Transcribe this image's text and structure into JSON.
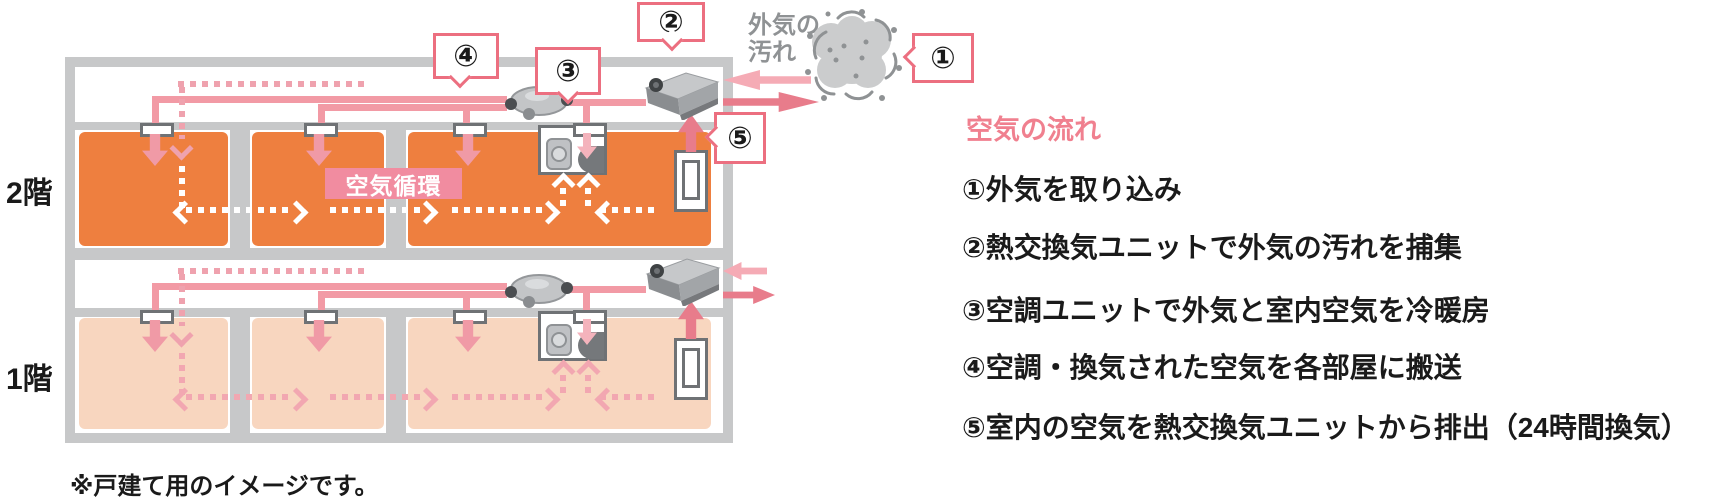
{
  "diagram": {
    "floor_labels": {
      "second": "2階",
      "first": "1階"
    },
    "circulation_label": "空気循環",
    "outside_air_label_line1": "外気の",
    "outside_air_label_line2": "汚れ",
    "callouts": {
      "c1": "①",
      "c2": "②",
      "c3": "③",
      "c4": "④",
      "c5": "⑤"
    },
    "note": "※戸建て用のイメージです。"
  },
  "legend": {
    "title": "空気の流れ",
    "items": [
      "①外気を取り込み",
      "②熱交換気ユニットで外気の汚れを捕集",
      "③空調ユニットで外気と室内空気を冷暖房",
      "④空調・換気された空気を各部屋に搬送",
      "⑤室内の空気を熱交換気ユニットから排出（24時間換気）"
    ]
  },
  "colors": {
    "wall_gray": "#C7C8C9",
    "room_orange_2f": "#EE7F3F",
    "room_peach_1f": "#F8D6BF",
    "accent_pink": "#EC6F80",
    "label_pink": "#F18CA0",
    "duct_pink": "#F29AA5",
    "arrow_light_pink": "#F5ABB5",
    "arrow_dark_pink": "#E87C8B",
    "cloud_gray": "#CBCCCD",
    "outline_gray": "#8F9294"
  }
}
